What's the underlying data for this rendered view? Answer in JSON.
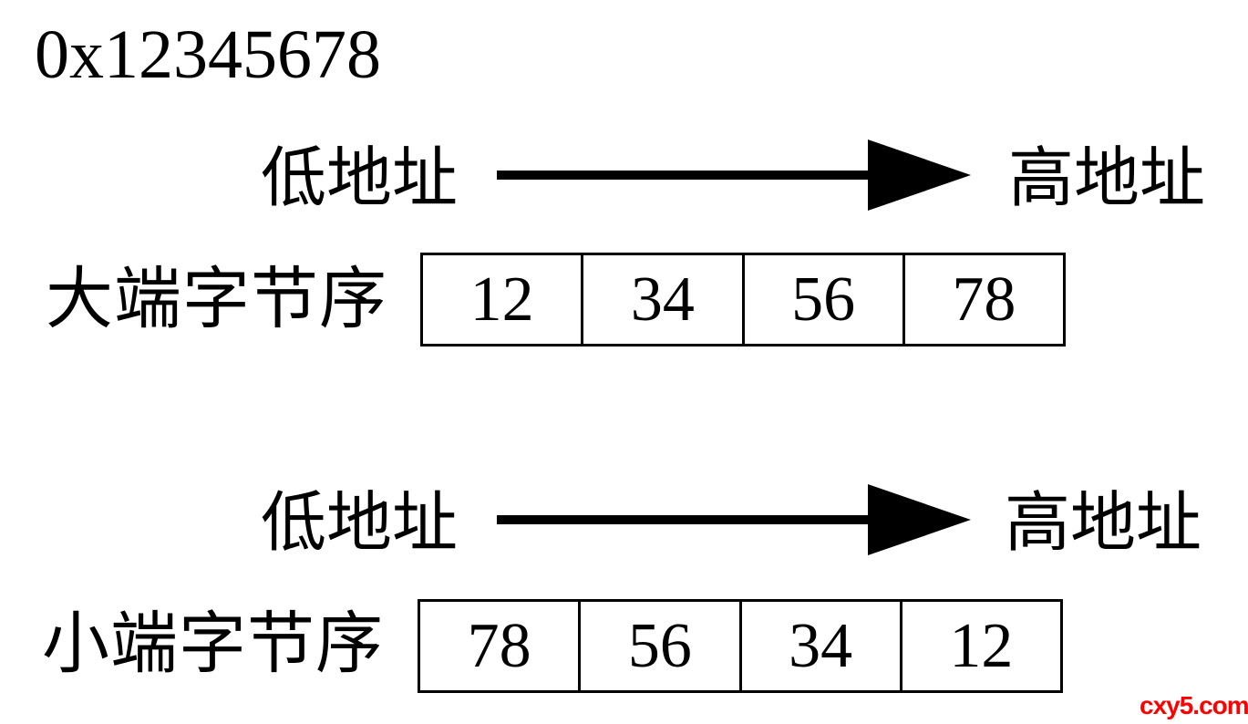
{
  "title": "0x12345678",
  "sections": [
    {
      "low_address_label": "低地址",
      "high_address_label": "高地址",
      "order_label": "大端字节序",
      "bytes": [
        "12",
        "34",
        "56",
        "78"
      ]
    },
    {
      "low_address_label": "低地址",
      "high_address_label": "高地址",
      "order_label": "小端字节序",
      "bytes": [
        "78",
        "56",
        "34",
        "12"
      ]
    }
  ],
  "watermark": "cxy5.com",
  "colors": {
    "ink": "#000000",
    "background": "#ffffff",
    "watermark": "#ff0000"
  }
}
